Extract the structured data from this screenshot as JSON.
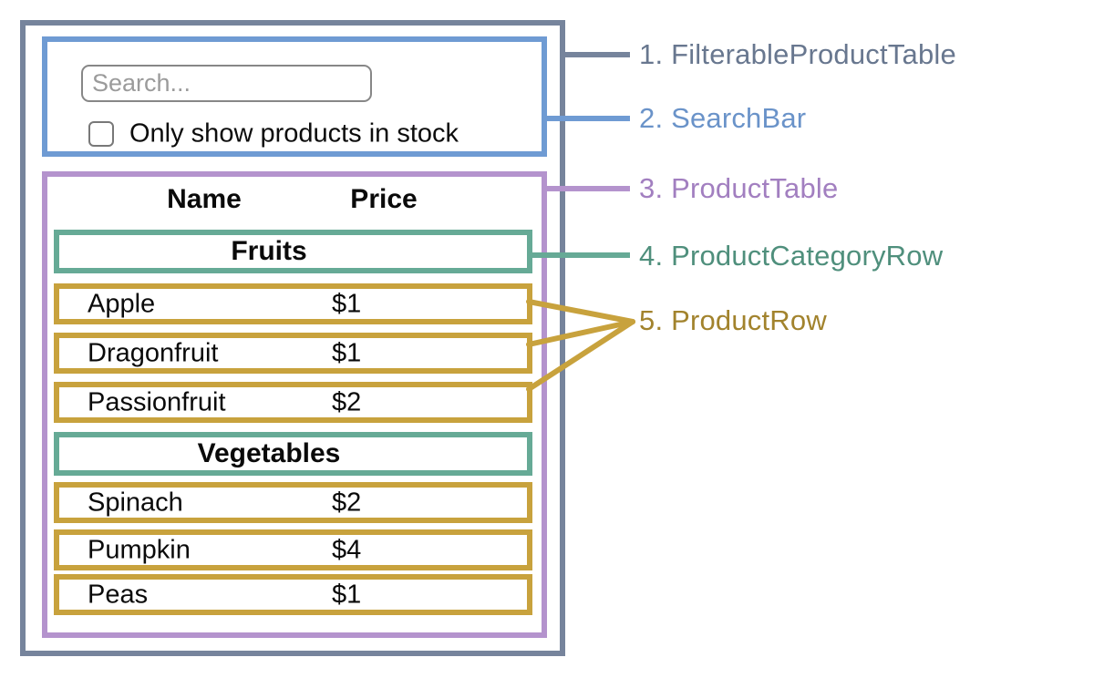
{
  "diagram": {
    "searchbar": {
      "search_placeholder": "Search...",
      "checkbox_label": "Only show products in stock",
      "checkbox_checked": false
    },
    "table": {
      "columns": {
        "name": "Name",
        "price": "Price"
      },
      "sections": [
        {
          "category": "Fruits",
          "products": [
            {
              "name": "Apple",
              "price": "$1",
              "in_stock": true
            },
            {
              "name": "Dragonfruit",
              "price": "$1",
              "in_stock": true
            },
            {
              "name": "Passionfruit",
              "price": "$2",
              "in_stock": false
            }
          ]
        },
        {
          "category": "Vegetables",
          "products": [
            {
              "name": "Spinach",
              "price": "$2",
              "in_stock": true
            },
            {
              "name": "Pumpkin",
              "price": "$4",
              "in_stock": false
            },
            {
              "name": "Peas",
              "price": "$1",
              "in_stock": true
            }
          ]
        }
      ]
    },
    "labels": [
      {
        "text": "1. FilterableProductTable",
        "color": "#68778f"
      },
      {
        "text": "2. SearchBar",
        "color": "#6a93c9"
      },
      {
        "text": "3. ProductTable",
        "color": "#a27fc0"
      },
      {
        "text": "4. ProductCategoryRow",
        "color": "#4f8f7c"
      },
      {
        "text": "5. ProductRow",
        "color": "#a2832d"
      }
    ],
    "palette": {
      "filterable_product_table_border": "#76849c",
      "searchbar_border": "#6f9bd3",
      "product_table_border": "#b493cd",
      "product_category_row_border": "#66aa96",
      "product_row_border": "#c8a23d",
      "out_of_stock_text": "#ee281b"
    }
  }
}
